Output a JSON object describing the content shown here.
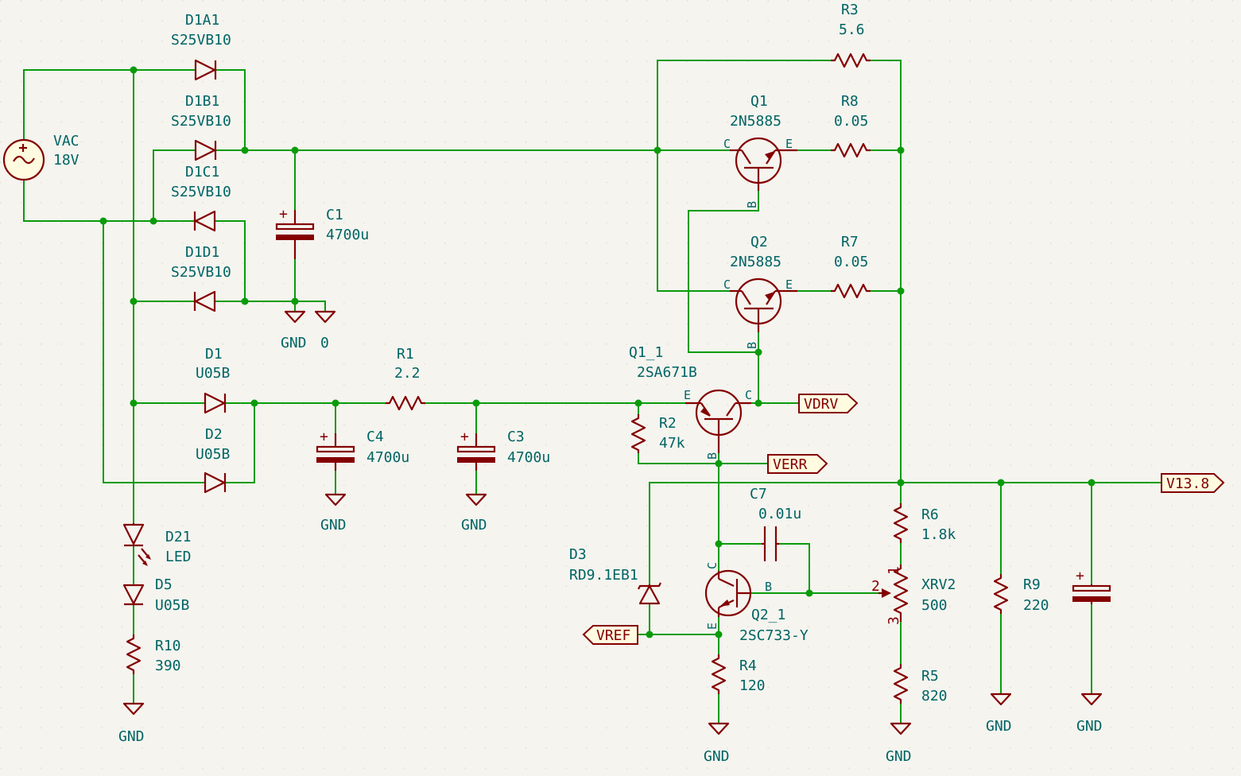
{
  "palette": {
    "background": "#f5f4ef",
    "wire": "#0a9b0a",
    "component": "#840000",
    "text": "#006464",
    "label_fill": "#fffbe0"
  },
  "components": {
    "vac": {
      "ref": "VAC",
      "value": "18V"
    },
    "d1a1": {
      "ref": "D1A1",
      "value": "S25VB10"
    },
    "d1b1": {
      "ref": "D1B1",
      "value": "S25VB10"
    },
    "d1c1": {
      "ref": "D1C1",
      "value": "S25VB10"
    },
    "d1d1": {
      "ref": "D1D1",
      "value": "S25VB10"
    },
    "c1": {
      "ref": "C1",
      "value": "4700u"
    },
    "d1": {
      "ref": "D1",
      "value": "U05B"
    },
    "d2": {
      "ref": "D2",
      "value": "U05B"
    },
    "r1": {
      "ref": "R1",
      "value": "2.2"
    },
    "c4": {
      "ref": "C4",
      "value": "4700u"
    },
    "c3": {
      "ref": "C3",
      "value": "4700u"
    },
    "r2": {
      "ref": "R2",
      "value": "47k"
    },
    "q1_1": {
      "ref": "Q1_1",
      "value": "2SA671B"
    },
    "r3": {
      "ref": "R3",
      "value": "5.6"
    },
    "q1": {
      "ref": "Q1",
      "value": "2N5885"
    },
    "r8": {
      "ref": "R8",
      "value": "0.05"
    },
    "q2": {
      "ref": "Q2",
      "value": "2N5885"
    },
    "r7": {
      "ref": "R7",
      "value": "0.05"
    },
    "c7": {
      "ref": "C7",
      "value": "0.01u"
    },
    "r6": {
      "ref": "R6",
      "value": "1.8k"
    },
    "xrv2": {
      "ref": "XRV2",
      "value": "500"
    },
    "r5": {
      "ref": "R5",
      "value": "820"
    },
    "r9": {
      "ref": "R9",
      "value": "220"
    },
    "d3": {
      "ref": "D3",
      "value": "RD9.1EB1"
    },
    "q2_1": {
      "ref": "Q2_1",
      "value": "2SC733-Y"
    },
    "r4": {
      "ref": "R4",
      "value": "120"
    },
    "d21": {
      "ref": "D21",
      "value": "LED"
    },
    "d5": {
      "ref": "D5",
      "value": "U05B"
    },
    "r10": {
      "ref": "R10",
      "value": "390"
    }
  },
  "power": {
    "gnd": "GND",
    "zero": "0"
  },
  "net_labels": {
    "vdrv": "VDRV",
    "verr": "VERR",
    "v138": "V13.8",
    "vref": "VREF"
  },
  "pins": {
    "c": "C",
    "e": "E",
    "b": "B",
    "p1": "1",
    "p2": "2",
    "p3": "3",
    "plus": "+"
  }
}
